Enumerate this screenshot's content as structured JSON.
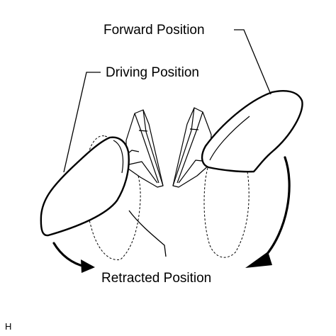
{
  "labels": {
    "forward_position": "Forward Position",
    "driving_position": "Driving Position",
    "retracted_position": "Retracted Position"
  },
  "figure_code": "H",
  "colors": {
    "line": "#000000",
    "background": "#ffffff"
  }
}
